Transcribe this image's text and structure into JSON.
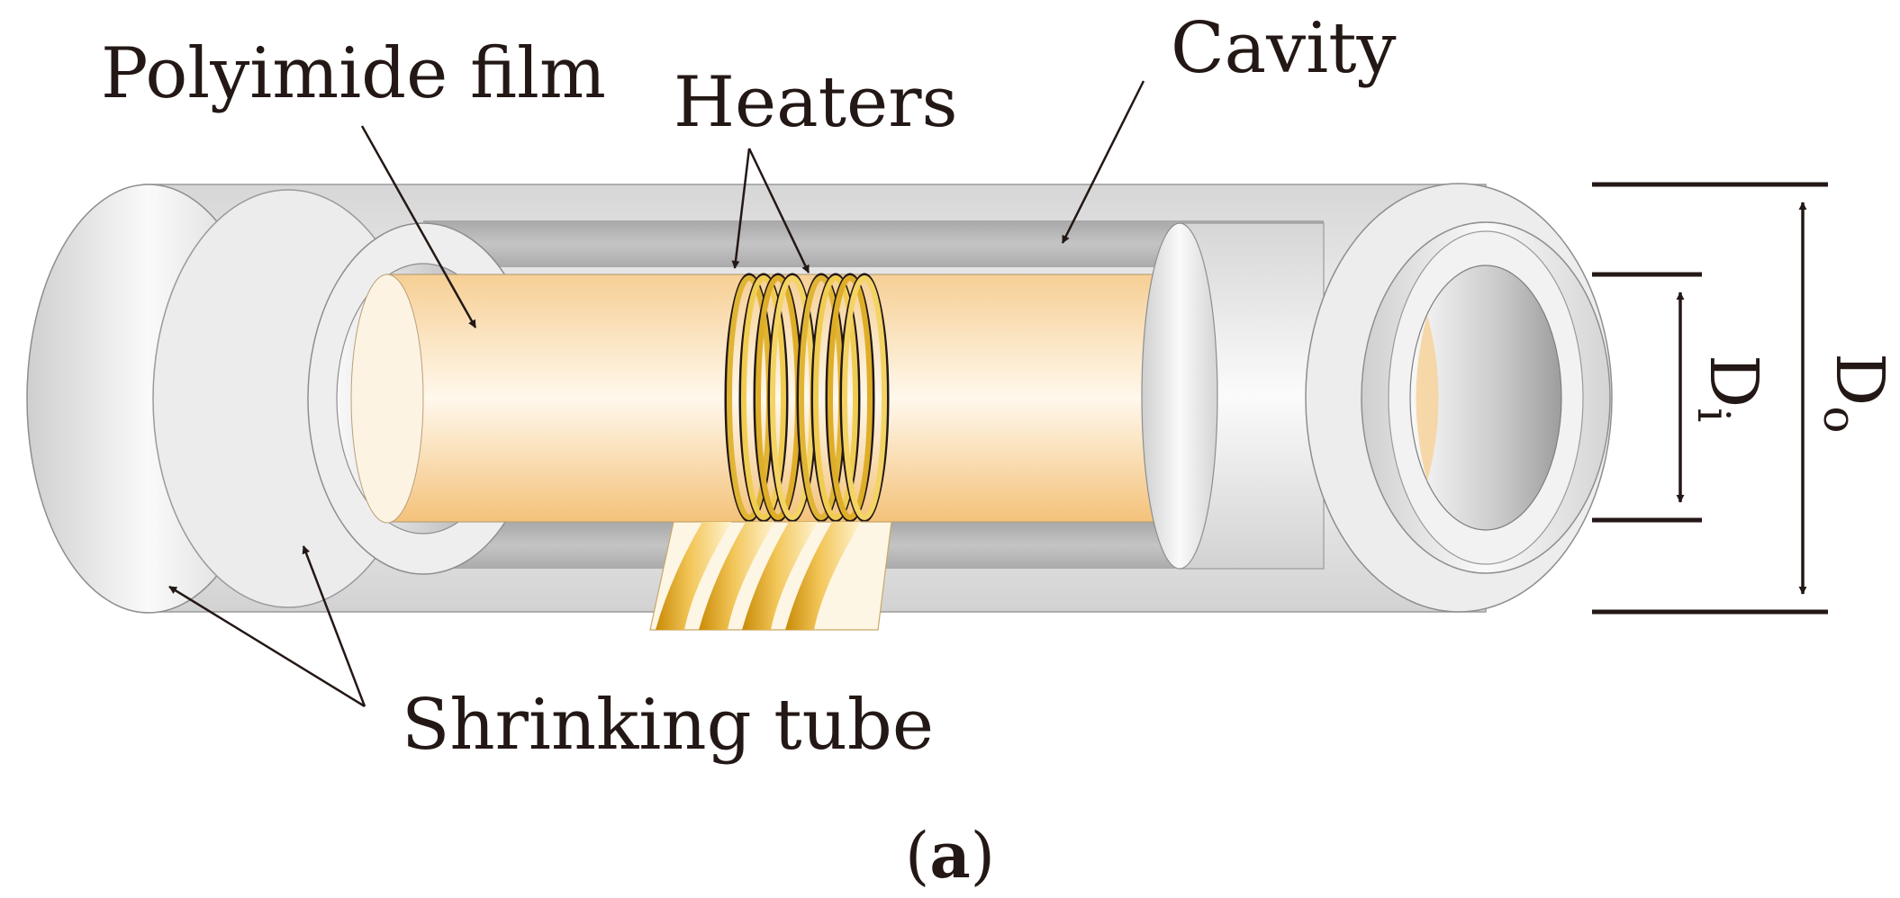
{
  "labels": {
    "polyimide_film": "Polyimide film",
    "heaters": "Heaters",
    "cavity": "Cavity",
    "shrinking_tube": "Shrinking tube"
  },
  "dimensions": {
    "inner": {
      "main": "D",
      "sub": "i"
    },
    "outer": {
      "main": "D",
      "sub": "o"
    }
  },
  "caption": {
    "open": "(",
    "letter": "a",
    "close": ")"
  },
  "colors": {
    "tube": "#e4e4e4",
    "cavity": "#b4b4b4",
    "film": "#f7d29a",
    "heater": "#d9a521",
    "ink": "#231815"
  }
}
